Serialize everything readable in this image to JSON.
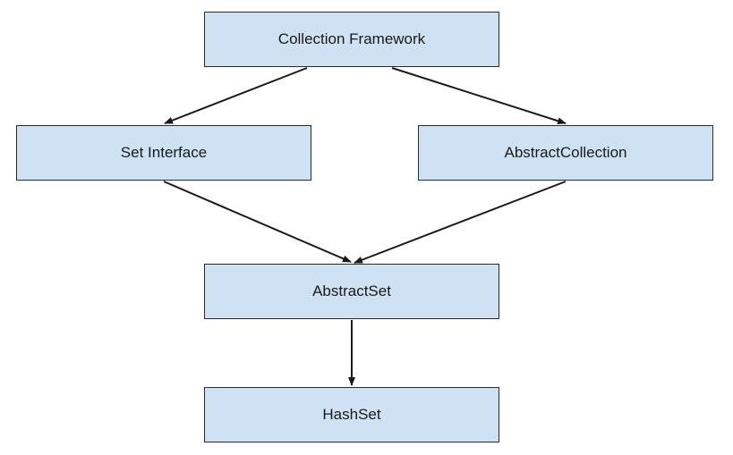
{
  "nodes": {
    "collection_framework": "Collection Framework",
    "set_interface": "Set Interface",
    "abstract_collection": "AbstractCollection",
    "abstract_set": "AbstractSet",
    "hashset": "HashSet"
  },
  "edges": [
    {
      "from": "Collection Framework",
      "to": "Set Interface"
    },
    {
      "from": "Collection Framework",
      "to": "AbstractCollection"
    },
    {
      "from": "Set Interface",
      "to": "AbstractSet"
    },
    {
      "from": "AbstractCollection",
      "to": "AbstractSet"
    },
    {
      "from": "AbstractSet",
      "to": "HashSet"
    }
  ],
  "colors": {
    "node_fill": "#cfe2f3",
    "node_border": "#2b2b2b",
    "arrow": "#1a1a1a"
  }
}
